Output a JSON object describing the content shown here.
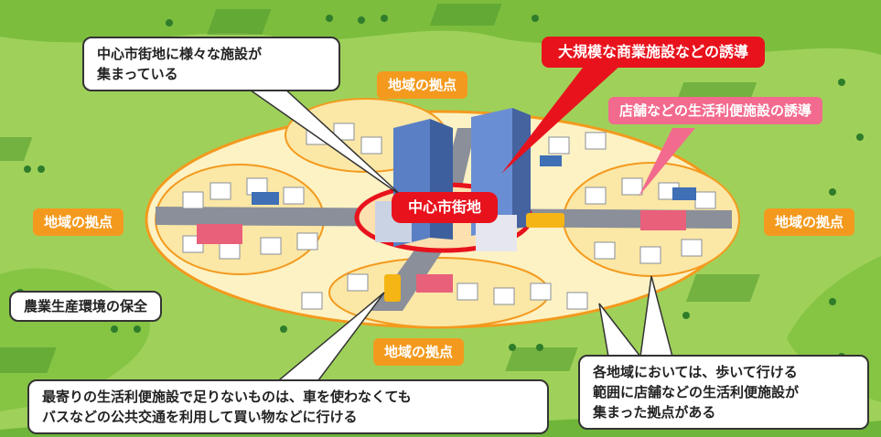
{
  "labels": {
    "center": "中心市街地",
    "hub_top": "地域の拠点",
    "hub_left": "地域の拠点",
    "hub_right": "地域の拠点",
    "hub_bottom": "地域の拠点",
    "commercial": "大規模な商業施設などの誘導",
    "shops": "店舗などの生活利便施設の誘導",
    "farmland": "農業生産環境の保全"
  },
  "callouts": {
    "downtown_line1": "中心市街地に様々な施設が",
    "downtown_line2": "集まっている",
    "transit_line1": "最寄りの生活利便施設で足りないものは、車を使わなくても",
    "transit_line2": "バスなどの公共交通を利用して買い物などに行ける",
    "walk_line1": "各地域においては、歩いて行ける",
    "walk_line2": "範囲に店舗などの生活利便施設が",
    "walk_line3": "集まった拠点がある"
  },
  "colors": {
    "field_green": "#8cc63f",
    "hill_green": "#5fae3a",
    "urban_area": "#fdf2c4",
    "area_border": "#f39a1e",
    "center_red": "#e8121c",
    "tag_orange": "#f39a1e",
    "tag_pink": "#f26a8d"
  }
}
